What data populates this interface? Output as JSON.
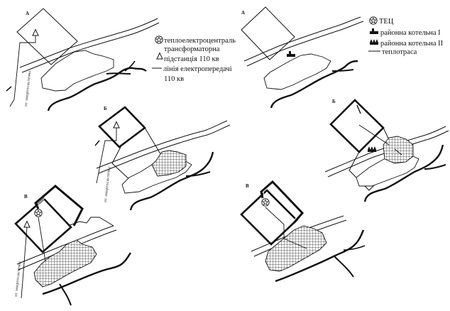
{
  "left_legend": {
    "items": [
      {
        "icon": "thermal-plant-icon",
        "lines": [
          "теплоелектроцентраль"
        ]
      },
      {
        "icon": "transformer-substation-icon",
        "lines": [
          "трансформаторна",
          "підстанція 110 кв"
        ]
      },
      {
        "icon": "power-line-icon",
        "lines": [
          "лінія електропередачі",
          "110 кв"
        ]
      }
    ]
  },
  "right_legend": {
    "items": [
      {
        "icon": "thermal-plant-icon",
        "label": "ТЕЦ"
      },
      {
        "icon": "district-boiler-1-icon",
        "label": "районна котельна І"
      },
      {
        "icon": "district-boiler-2-icon",
        "label": "районна котельна ІІ"
      },
      {
        "icon": "heat-main-icon",
        "label": "теплотраса"
      }
    ]
  },
  "panels": {
    "left_a": {
      "letter": "А",
      "grid_label": "от энергосистемы"
    },
    "left_b": {
      "letter": "Б",
      "grid_label": "от энергосистемы"
    },
    "left_v": {
      "letter": "В",
      "grid_label": "от энергосистемы"
    },
    "right_a": {
      "letter": "А"
    },
    "right_b": {
      "letter": "Б"
    },
    "right_v": {
      "letter": "В"
    }
  },
  "colors": {
    "ink": "#111111",
    "background": "#ffffff"
  }
}
